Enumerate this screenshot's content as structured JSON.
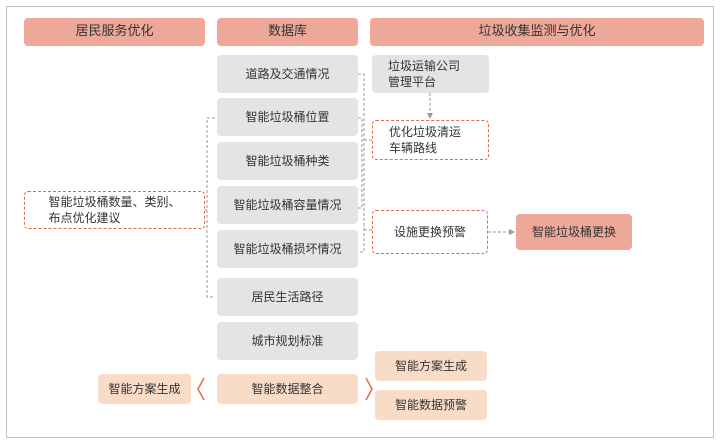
{
  "headers": {
    "left": "居民服务优化",
    "middle": "数据库",
    "right": "垃圾收集监测与优化"
  },
  "database_items": [
    "道路及交通情况",
    "智能垃圾桶位置",
    "智能垃圾桶种类",
    "智能垃圾桶容量情况",
    "智能垃圾桶损坏情况",
    "居民生活路径",
    "城市规划标准",
    "智能数据整合"
  ],
  "right_column": {
    "platform_line1": "垃圾运输公司",
    "platform_line2": "管理平台",
    "route_line1": "优化垃圾清运",
    "route_line2": "车辆路线",
    "warning": "设施更换预警",
    "replace": "智能垃圾桶更换",
    "plan": "智能方案生成",
    "alert": "智能数据预警"
  },
  "left_column": {
    "suggestion_line1": "智能垃圾桶数量、类别、",
    "suggestion_line2": "布点优化建议",
    "plan": "智能方案生成"
  },
  "colors": {
    "header": "#eea89a",
    "database": "#e4e4e4",
    "output": "#f8dcc8",
    "dash_border": "#e06d4a",
    "connector": "#999999"
  }
}
